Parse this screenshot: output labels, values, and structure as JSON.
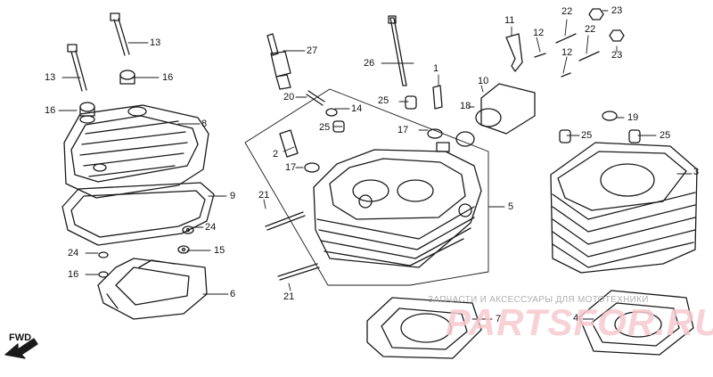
{
  "watermark": {
    "line": "ЗАПЧАСТИ И АКСЕССУАРЫ ДЛЯ МОТОТЕХНИКИ",
    "brand": "PARTSFOR.RU",
    "brand_color": "#f6c9cf"
  },
  "orientation": {
    "label": "FWD"
  },
  "callouts": {
    "p1": "1",
    "p2": "2",
    "p3": "3",
    "p4": "4",
    "p5": "5",
    "p6": "6",
    "p7": "7",
    "p8": "8",
    "p9": "9",
    "p10": "10",
    "p11": "11",
    "p12a": "12",
    "p12b": "12",
    "p13a": "13",
    "p13b": "13",
    "p14": "14",
    "p15": "15",
    "p16a": "16",
    "p16b": "16",
    "p16c": "16",
    "p17a": "17",
    "p17b": "17",
    "p18": "18",
    "p19": "19",
    "p20": "20",
    "p21a": "21",
    "p21b": "21",
    "p22a": "22",
    "p22b": "22",
    "p23a": "23",
    "p23b": "23",
    "p24a": "24",
    "p24b": "24",
    "p25a": "25",
    "p25b": "25",
    "p25c": "25",
    "p25d": "25",
    "p26": "26",
    "p27": "27"
  }
}
